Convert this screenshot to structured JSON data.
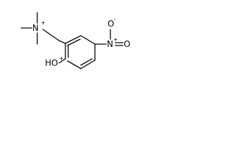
{
  "molecule": {
    "atoms": {
      "quaternary_nitrogen": {
        "symbol": "N",
        "charge": "+"
      },
      "hydroxyl": {
        "symbol": "HO",
        "charge": "+"
      },
      "nitro_nitrogen": {
        "symbol": "N",
        "charge": "+"
      },
      "nitro_oxygen_top": {
        "symbol": "O",
        "charge": "-"
      },
      "nitro_oxygen_right": {
        "symbol": "O",
        "charge": ""
      }
    },
    "bond_color": "#000000",
    "background": "#ffffff"
  }
}
